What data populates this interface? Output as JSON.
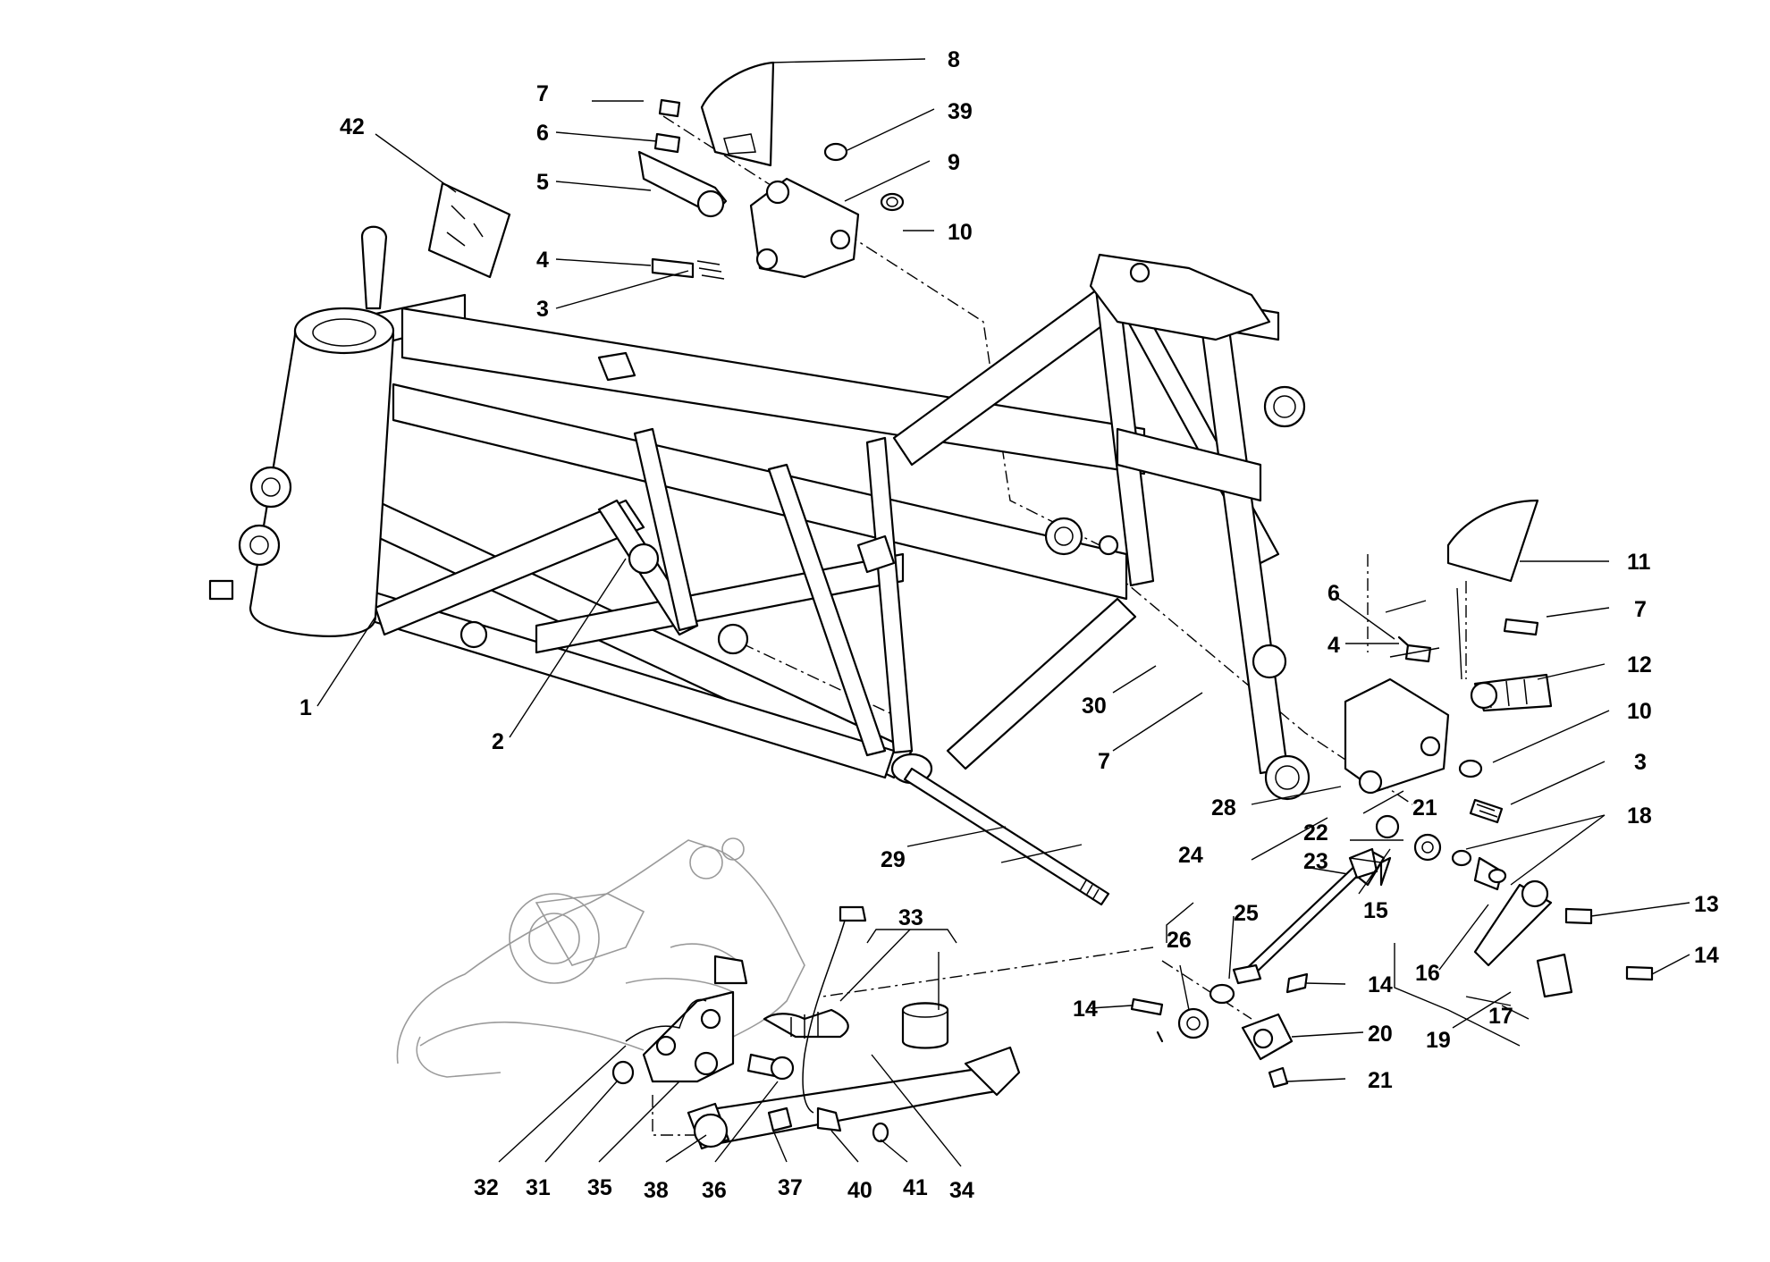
{
  "callouts": [
    {
      "id": "1",
      "label": "1"
    },
    {
      "id": "2",
      "label": "2"
    },
    {
      "id": "3a",
      "label": "3"
    },
    {
      "id": "3b",
      "label": "3"
    },
    {
      "id": "4a",
      "label": "4"
    },
    {
      "id": "4b",
      "label": "4"
    },
    {
      "id": "5",
      "label": "5"
    },
    {
      "id": "6a",
      "label": "6"
    },
    {
      "id": "6b",
      "label": "6"
    },
    {
      "id": "7a",
      "label": "7"
    },
    {
      "id": "7b",
      "label": "7"
    },
    {
      "id": "7c",
      "label": "7"
    },
    {
      "id": "8",
      "label": "8"
    },
    {
      "id": "9",
      "label": "9"
    },
    {
      "id": "10a",
      "label": "10"
    },
    {
      "id": "10b",
      "label": "10"
    },
    {
      "id": "11",
      "label": "11"
    },
    {
      "id": "12",
      "label": "12"
    },
    {
      "id": "13",
      "label": "13"
    },
    {
      "id": "14a",
      "label": "14"
    },
    {
      "id": "14b",
      "label": "14"
    },
    {
      "id": "14c",
      "label": "14"
    },
    {
      "id": "15",
      "label": "15"
    },
    {
      "id": "16",
      "label": "16"
    },
    {
      "id": "17",
      "label": "17"
    },
    {
      "id": "18",
      "label": "18"
    },
    {
      "id": "19",
      "label": "19"
    },
    {
      "id": "20",
      "label": "20"
    },
    {
      "id": "21a",
      "label": "21"
    },
    {
      "id": "21b",
      "label": "21"
    },
    {
      "id": "22",
      "label": "22"
    },
    {
      "id": "23",
      "label": "23"
    },
    {
      "id": "24",
      "label": "24"
    },
    {
      "id": "25",
      "label": "25"
    },
    {
      "id": "26",
      "label": "26"
    },
    {
      "id": "28",
      "label": "28"
    },
    {
      "id": "29",
      "label": "29"
    },
    {
      "id": "30",
      "label": "30"
    },
    {
      "id": "31",
      "label": "31"
    },
    {
      "id": "32",
      "label": "32"
    },
    {
      "id": "33",
      "label": "33"
    },
    {
      "id": "34",
      "label": "34"
    },
    {
      "id": "35",
      "label": "35"
    },
    {
      "id": "36",
      "label": "36"
    },
    {
      "id": "37",
      "label": "37"
    },
    {
      "id": "38",
      "label": "38"
    },
    {
      "id": "39",
      "label": "39"
    },
    {
      "id": "40",
      "label": "40"
    },
    {
      "id": "41",
      "label": "41"
    },
    {
      "id": "42",
      "label": "42"
    }
  ]
}
